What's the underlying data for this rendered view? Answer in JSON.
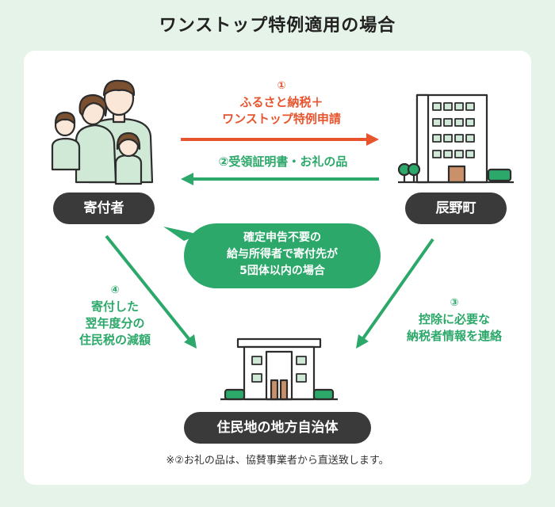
{
  "title": "ワンストップ特例適用の場合",
  "nodes": {
    "donor": "寄付者",
    "town": "辰野町",
    "local_gov": "住民地の地方自治体"
  },
  "arrows": {
    "step1": {
      "num": "①",
      "line1": "ふるさと納税＋",
      "line2": "ワンストップ特例申請"
    },
    "step2": {
      "text": "②受領証明書・お礼の品"
    },
    "step3": {
      "num": "③",
      "line1": "控除に必要な",
      "line2": "納税者情報を連絡"
    },
    "step4": {
      "num": "④",
      "line1": "寄付した",
      "line2": "翌年度分の",
      "line3": "住民税の減額"
    }
  },
  "condition": {
    "line1": "確定申告不要の",
    "line2": "給与所得者で寄付先が",
    "line3": "5団体以内の場合"
  },
  "footnote": "※②お礼の品は、協賛事業者から直送致します。",
  "colors": {
    "accent_green": "#2ca86a",
    "accent_red": "#e8542d",
    "pill_dark": "#3a3a3a",
    "background": "#e6f3e9"
  }
}
